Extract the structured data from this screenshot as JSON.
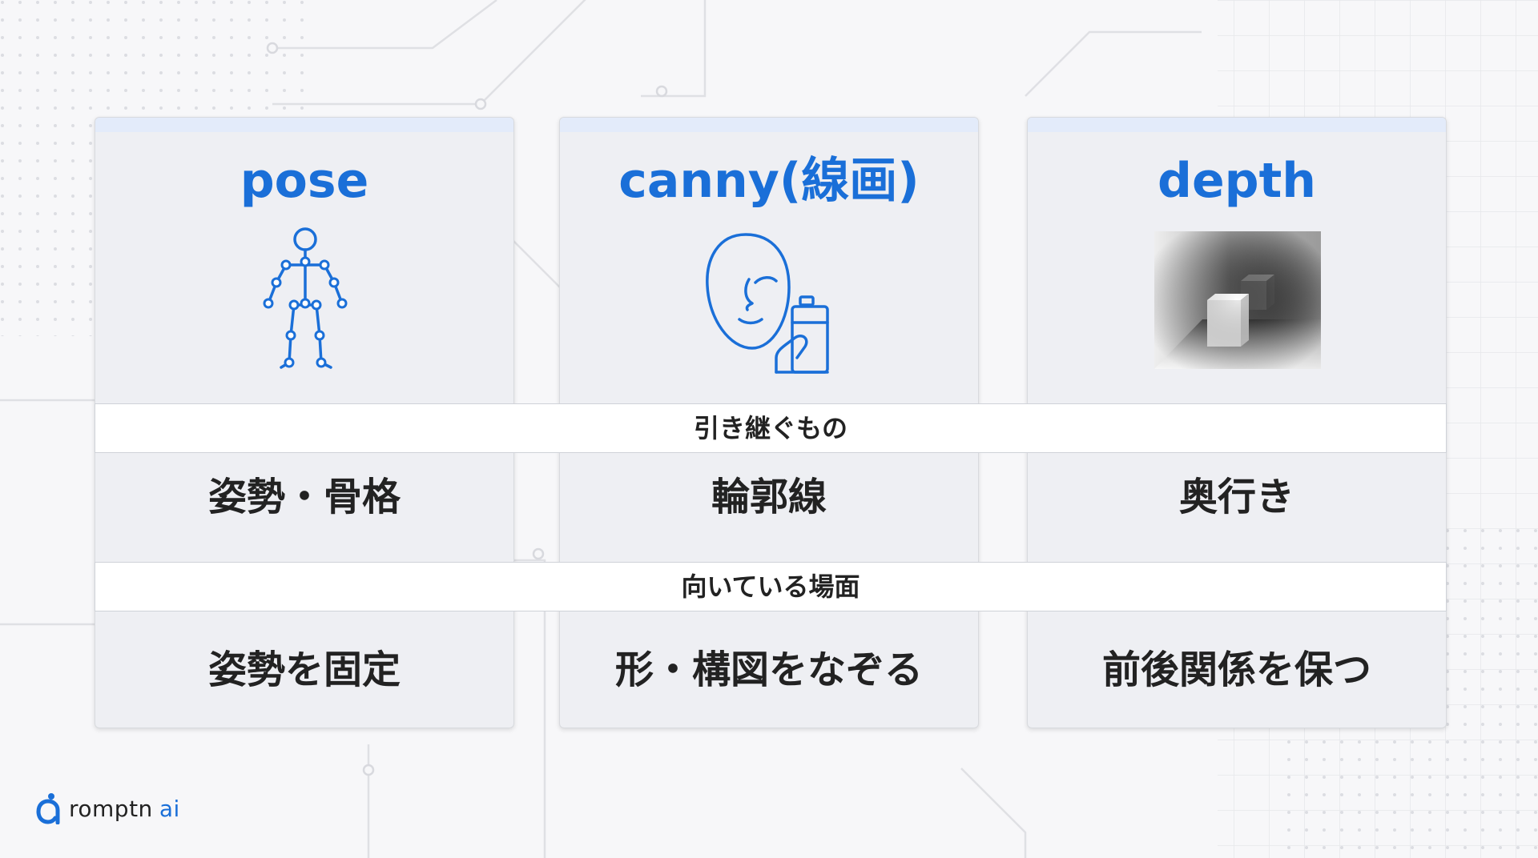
{
  "cards": [
    {
      "title": "pose",
      "row1": "姿勢・骨格",
      "row2": "姿勢を固定",
      "icon": "stick-figure-icon"
    },
    {
      "title": "canny(線画)",
      "row1": "輪郭線",
      "row2": "形・構図をなぞる",
      "icon": "line-drawing-icon"
    },
    {
      "title": "depth",
      "row1": "奥行き",
      "row2": "前後関係を保つ",
      "icon": "depth-map-icon"
    }
  ],
  "bands": {
    "inherit": "引き継ぐもの",
    "suited": "向いている場面"
  },
  "logo": {
    "name": "romptn",
    "suffix": "ai",
    "colors": {
      "accent": "#1a6fd8",
      "text": "#222222"
    }
  },
  "colors": {
    "accent": "#1a6fd8",
    "card_bg": "#eeeff3",
    "band_bg": "#ffffff"
  }
}
